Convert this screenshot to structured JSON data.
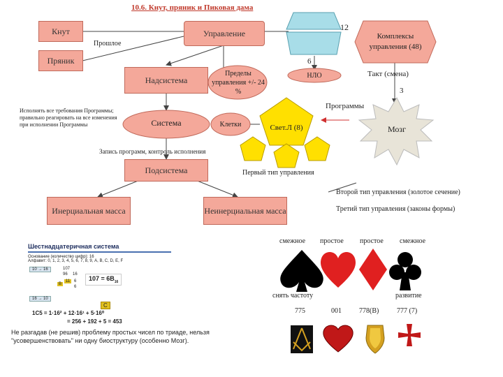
{
  "title": "10.6. Кнут, пряник и Пиковая дама",
  "nodes": {
    "knut": "Кнут",
    "pryanik": "Пряник",
    "proshloe": "Прошлое",
    "upravlenie": "Управление",
    "num12": "12",
    "kompleksy": "Комплексы управления (48)",
    "num6": "6",
    "nlo": "НЛО",
    "takt": "Такт (смена)",
    "num3": "3",
    "nadsistema": "Надсистема",
    "predely": "Пределы управления +/- 24 %",
    "programmy": "Программы",
    "instruction": "Исполнять все требования Программы; правильно реагировать на все изменения при исполнении Программы",
    "sistema": "Система",
    "kletki": "Клетки",
    "svetl": "Свет.Л (8)",
    "mozg": "Мозг",
    "zapis": "Запись программ, контроль исполнения",
    "podsistema": "Подсистема",
    "perviy": "Первый тип управления",
    "vtoroy": "Второй тип управления (золотое сечение)",
    "tretiy": "Третий тип управления (законы формы)",
    "inerc": "Инерциальная масса",
    "neinerc": "Неинерциальная масса"
  },
  "cards": {
    "labels": [
      "смежное",
      "простое",
      "простое",
      "смежное"
    ],
    "snyat": "снять частоту",
    "razvitie": "развитие",
    "numbers": [
      "775",
      "001",
      "778(В)",
      "777 (7)"
    ]
  },
  "hex": {
    "heading": "Шестнадцатеричная система",
    "osnovanie": "Основание (количество цифр): 16",
    "alfavit": "Алфавит: 0, 1, 2, 3, 4, 5, 6, 7, 8, 9, A, B, C, D, E, F",
    "conv1": "10 → 16",
    "conv2": "16 → 10",
    "div_top": "107",
    "div_mid1": "16",
    "div_mid2": "96",
    "div_rem1": "11",
    "div_q": "6",
    "div_rem2": "6",
    "result": "107 = 6B",
    "result_sub": "16",
    "b_letter": "B",
    "c_box": "C",
    "formula1": "1C5 = 1·16² + 12·16¹ + 5·16⁰",
    "formula2": "= 256 + 192 + 5 = 453",
    "formula1_sub": "16"
  },
  "note": "Не разгадав (не решив) проблему простых чисел по триаде, нельзя \"усовершенствовать\" ни одну биоструктуру (особенно Мозг).",
  "colors": {
    "salmon": "#f4a89a",
    "pentagon": "#ffe000",
    "cylinder": "#a8dde8",
    "red": "#e02020"
  }
}
